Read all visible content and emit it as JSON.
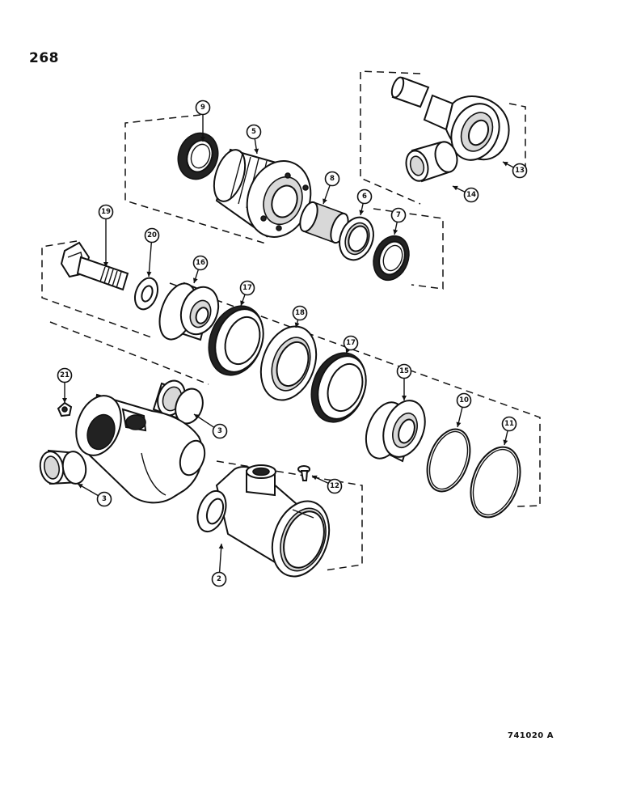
{
  "page_number": "268",
  "figure_code": "741020  A",
  "callouts": [
    "9",
    "5",
    "8",
    "6",
    "7",
    "13",
    "14",
    "19",
    "20",
    "16",
    "17",
    "18",
    "17",
    "15",
    "10",
    "11",
    "21",
    "3",
    "3",
    "12",
    "2"
  ]
}
